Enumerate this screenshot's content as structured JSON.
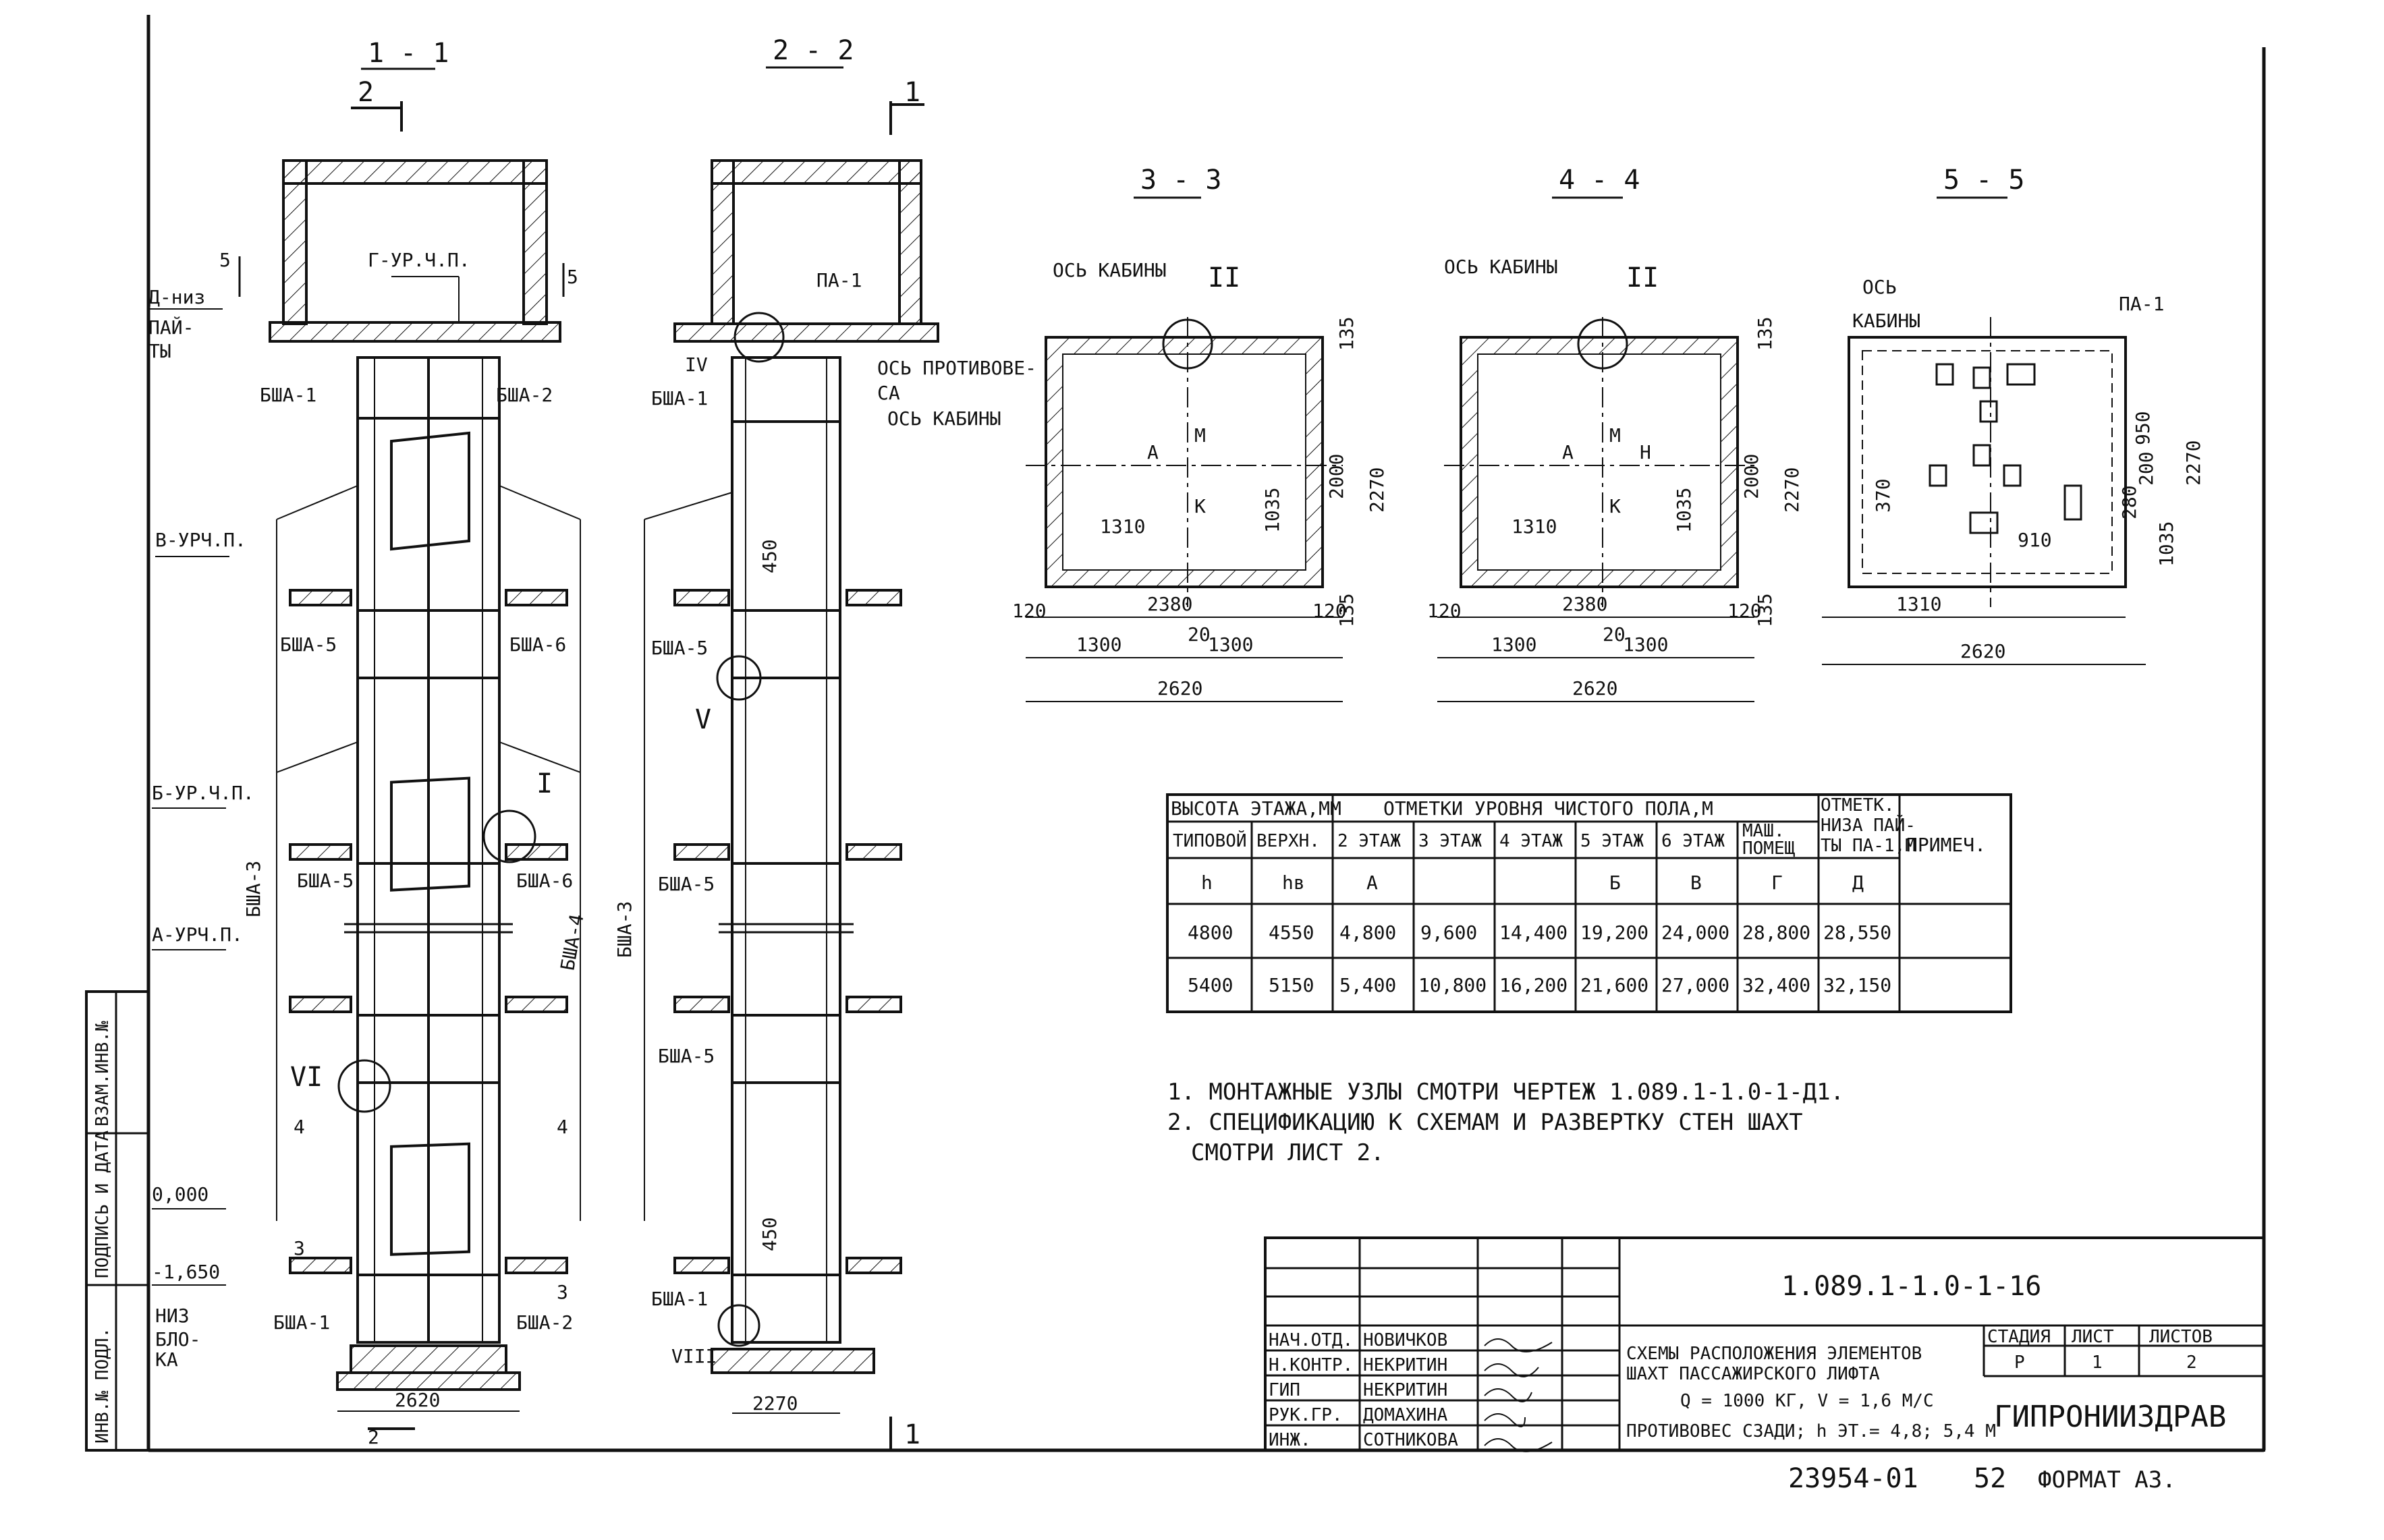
{
  "sections": {
    "s11": "1 - 1",
    "s22": "2 - 2",
    "s33": "3 - 3",
    "s44": "4 - 4",
    "s55": "5 - 5"
  },
  "cut_marks": {
    "two": "2",
    "one": "1",
    "five": "5",
    "three": "3",
    "four": "4"
  },
  "labels_11": {
    "d_niz": "Д-низ",
    "paity": "ПАЙ-",
    "ty": "ТЫ",
    "g_ur": "Г-УР.Ч.П.",
    "b1": "БША-1",
    "b2": "БША-2",
    "b5": "БША-5",
    "b6": "БША-6",
    "v_ur": "В-УРЧ.П.",
    "b_ur": "Б-УР.Ч.П.",
    "a_ur": "А-УРЧ.П.",
    "b5b": "БША-5",
    "b6b": "БША-6",
    "b3": "БША-3",
    "b4": "БША-4",
    "i": "I",
    "vi": "VI",
    "zero": "0,000",
    "m1650": "-1,650",
    "niz": "НИЗ",
    "blo": "БЛО-",
    "ka": "КА",
    "b1b": "БША-1",
    "b2b": "БША-2",
    "w2620": "2620"
  },
  "labels_22": {
    "pa1": "ПА-1",
    "iv": "IV",
    "b1": "БША-1",
    "d450a": "450",
    "b5": "БША-5",
    "v": "V",
    "b5b": "БША-5",
    "b3": "БША-3",
    "b5c": "БША-5",
    "d450b": "450",
    "b1b": "БША-1",
    "viii": "VIII",
    "w2270": "2270"
  },
  "labels_33": {
    "os_kab": "ОСЬ КАБИНЫ",
    "ii": "II",
    "os_prot": "ОСЬ ПРОТИВОВЕ-",
    "sa": "СА",
    "os_kab2": "ОСЬ КАБИНЫ",
    "a": "А",
    "m": "М",
    "k": "К",
    "d1310": "1310",
    "d1035": "1035",
    "d2000": "2000",
    "d2270": "2270",
    "d135a": "135",
    "d135b": "135",
    "d120a": "120",
    "d120b": "120",
    "d2380": "2380",
    "d1300a": "1300",
    "d20": "20",
    "d1300b": "1300",
    "d2620": "2620"
  },
  "labels_44": {
    "os_kab": "ОСЬ КАБИНЫ",
    "ii": "II",
    "a": "А",
    "m": "М",
    "n": "Н",
    "k": "К",
    "d1310": "1310",
    "d1035": "1035",
    "d2000": "2000",
    "d2270": "2270",
    "d135a": "135",
    "d135b": "135",
    "d120a": "120",
    "d120b": "120",
    "d2380": "2380",
    "d1300a": "1300",
    "d20": "20",
    "d1300b": "1300",
    "d2620": "2620"
  },
  "labels_55": {
    "os": "ОСЬ",
    "kab": "КАБИНЫ",
    "pa1": "ПА-1",
    "d950": "950",
    "d2270": "2270",
    "d370": "370",
    "d280": "280",
    "d200": "200",
    "d910": "910",
    "d1035": "1035",
    "d1310": "1310",
    "d2620": "2620"
  },
  "table": {
    "head_a": "ВЫСОТА ЭТАЖА,ММ",
    "head_b": "ОТМЕТКИ УРОВНЯ ЧИСТОГО ПОЛА,М",
    "head_c1": "ОТМЕТК.",
    "head_c2": "НИЗА ПАЙ-",
    "head_c3": "ТЫ ПА-1,М",
    "head_d": "ПРИМЕЧ.",
    "sub": [
      "ТИПОВОЙ",
      "ВЕРХН.",
      "2 ЭТАЖ",
      "3 ЭТАЖ",
      "4 ЭТАЖ",
      "5 ЭТАЖ",
      "6 ЭТАЖ"
    ],
    "sub_g1": "МАШ.",
    "sub_g2": "ПОМЕЩ",
    "sym": [
      "h",
      "hв",
      "А",
      "",
      "",
      "Б",
      "В",
      "Г",
      "Д"
    ],
    "row1": [
      "4800",
      "4550",
      "4,800",
      "9,600",
      "14,400",
      "19,200",
      "24,000",
      "28,800",
      "28,550"
    ],
    "row2": [
      "5400",
      "5150",
      "5,400",
      "10,800",
      "16,200",
      "21,600",
      "27,000",
      "32,400",
      "32,150"
    ]
  },
  "notes": {
    "n1": "1. МОНТАЖНЫЕ УЗЛЫ СМОТРИ ЧЕРТЕЖ 1.089.1-1.0-1-Д1.",
    "n2": "2. СПЕЦИФИКАЦИЮ К СХЕМАМ И РАЗВЕРТКУ СТЕН ШАХТ",
    "n3": "СМОТРИ ЛИСТ 2."
  },
  "stamp": {
    "code": "1.089.1-1.0-1-16",
    "roles": [
      "НАЧ.ОТД.",
      "Н.КОНТР.",
      "ГИП",
      "РУК.ГР.",
      "ИНЖ."
    ],
    "names": [
      "НОВИЧКОВ",
      "НЕКРИТИН",
      "НЕКРИТИН",
      "ДОМАХИНА",
      "СОТНИКОВА"
    ],
    "t1": "СХЕМЫ РАСПОЛОЖЕНИЯ ЭЛЕМЕНТОВ",
    "t2": "ШАХТ ПАССАЖИРСКОГО ЛИФТА",
    "t3": "Q = 1000 КГ, V = 1,6 М/С",
    "t4": "ПРОТИВОВЕС СЗАДИ; h ЭТ.= 4,8; 5,4 М",
    "stadia_h": "СТАДИЯ",
    "list_h": "ЛИСТ",
    "listov_h": "ЛИСТОВ",
    "stadia": "Р",
    "list": "1",
    "listov": "2",
    "org": "ГИПРОНИИЗДРАВ"
  },
  "side_stamp": {
    "a": "ИНВ.№ ПОДЛ.",
    "b": "ПОДПИСЬ И ДАТА",
    "c": "ВЗАМ.ИНВ.№"
  },
  "footer": {
    "num": "23954-01",
    "n52": "52",
    "format": "ФОРМАТ А3."
  }
}
